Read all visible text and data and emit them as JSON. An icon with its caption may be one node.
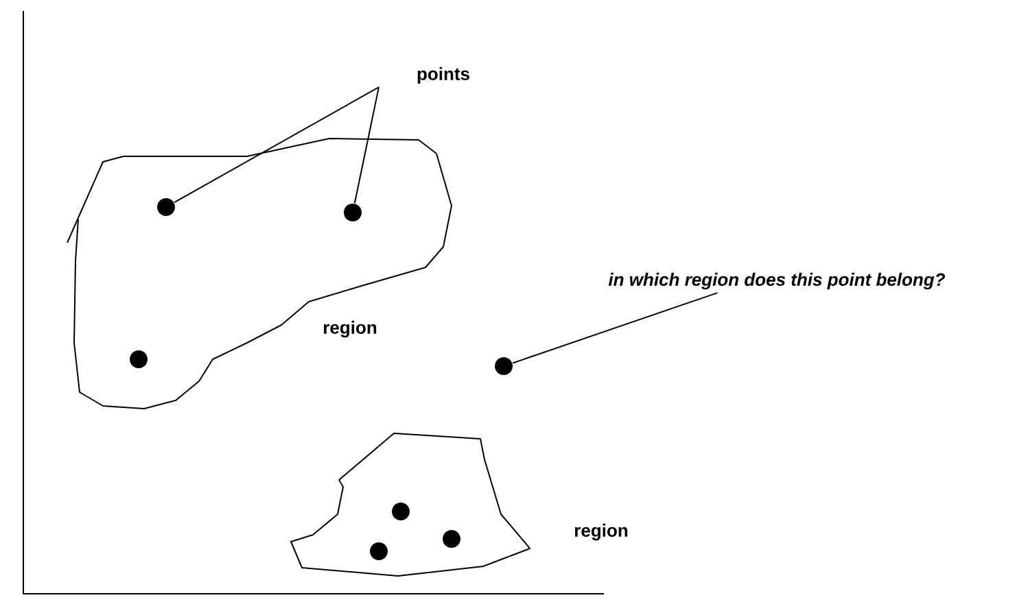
{
  "diagram": {
    "nodes": [
      {
        "text": [
          "points"
        ]
      },
      {
        "text": [],
        "shape": "cloud",
        "beside": [
          "region"
        ]
      },
      {
        "text": [],
        "shape": "circle",
        "in": 1
      },
      {
        "text": [],
        "shape": "circle",
        "in": 1
      },
      {
        "text": [],
        "shape": "circle",
        "in": 1
      },
      {
        "text": [
          "in which region does this point belong?"
        ]
      },
      {
        "text": [],
        "shape": "circle"
      },
      {
        "text": [],
        "shape": "cloud",
        "beside": [
          "region"
        ]
      },
      {
        "text": [],
        "shape": "circle",
        "in": 7
      },
      {
        "text": [],
        "shape": "circle",
        "in": 7
      },
      {
        "text": [],
        "shape": "circle",
        "in": 7
      }
    ],
    "edges": [
      {
        "from": 0,
        "to": 2,
        "arrow": "none"
      },
      {
        "from": 0,
        "to": 3,
        "arrow": "none"
      },
      {
        "from": 5,
        "to": 6,
        "arrow": "none"
      }
    ]
  }
}
